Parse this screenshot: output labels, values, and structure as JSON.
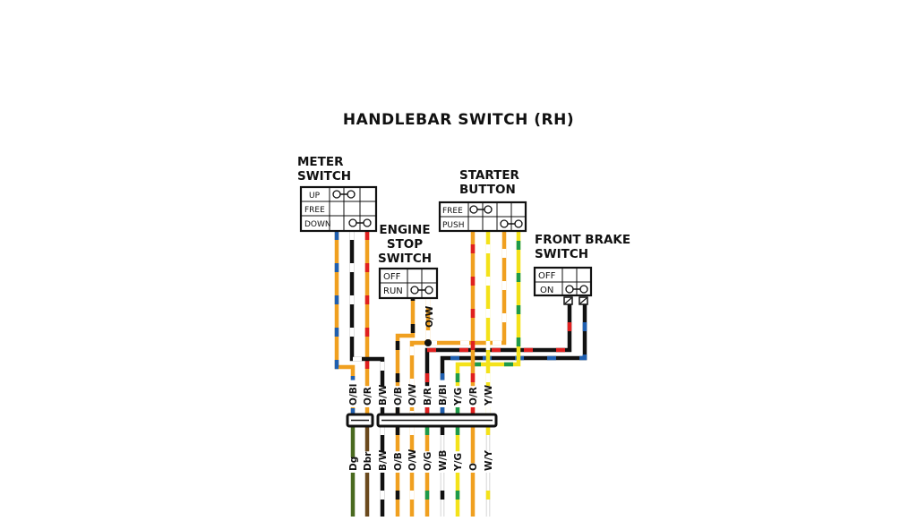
{
  "title": "HANDLEBAR SWITCH (RH)",
  "meter_switch": {
    "heading": [
      "METER",
      "SWITCH"
    ],
    "rows": [
      "UP",
      "FREE",
      "DOWN"
    ]
  },
  "engine_stop_switch": {
    "heading": [
      "ENGINE",
      "STOP",
      "SWITCH"
    ],
    "rows": [
      "OFF",
      "RUN"
    ]
  },
  "starter_button": {
    "heading": [
      "STARTER",
      "BUTTON"
    ],
    "rows": [
      "FREE",
      "PUSH"
    ]
  },
  "front_brake_switch": {
    "heading": [
      "FRONT BRAKE",
      "SWITCH"
    ],
    "rows": [
      "OFF",
      "ON"
    ]
  },
  "inline_wire_label": "O/W",
  "upper_wire_labels": [
    "O/Bl",
    "O/R",
    "B/W",
    "O/B",
    "O/W",
    "B/R",
    "B/Bl",
    "Y/G",
    "O/R",
    "Y/W"
  ],
  "lower_wire_labels": [
    "Dg",
    "Dbr",
    "B/W",
    "O/B",
    "O/W",
    "O/G",
    "W/B",
    "Y/G",
    "O",
    "W/Y"
  ],
  "colors": {
    "orange": "#f0a020",
    "black": "#111111",
    "red": "#e02020",
    "blue": "#1f5fb0",
    "yellow": "#f4e21a",
    "green": "#1e9a4a",
    "white": "#ffffff",
    "dark_green": "#4a6a20",
    "dark_brown": "#6b4a1e",
    "olive": "#8a8a2a"
  }
}
